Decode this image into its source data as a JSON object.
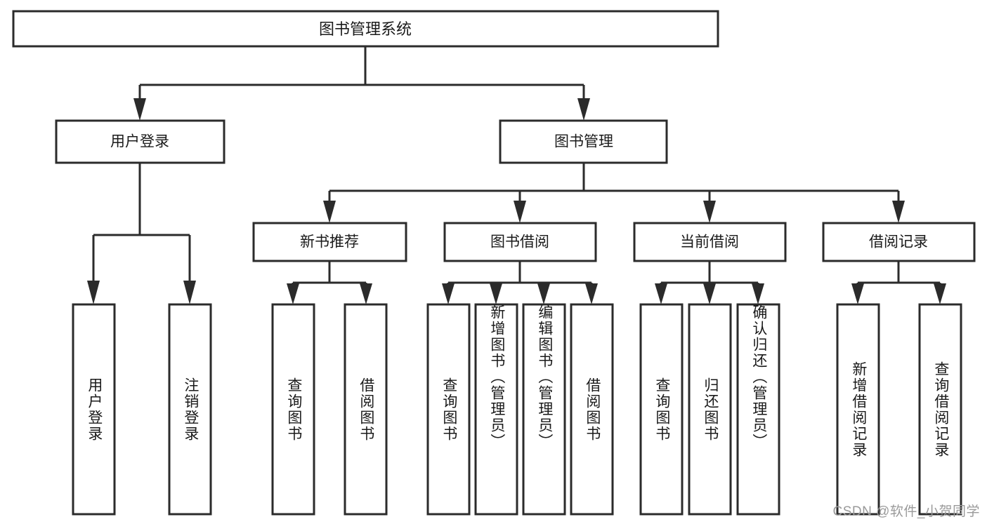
{
  "diagram": {
    "type": "tree-hierarchy-flowchart",
    "title": "图书管理系统",
    "watermark": "CSDN @软件_小贺同学",
    "colors": {
      "background": "#ffffff",
      "box_fill": "#ffffff",
      "box_stroke": "#2b2b2b",
      "text": "#1a1a1a",
      "watermark_text": "#9a9a9a"
    },
    "levels": {
      "root": {
        "label": "图书管理系统"
      },
      "level2": [
        {
          "id": "user-login",
          "label": "用户登录"
        },
        {
          "id": "book-management",
          "label": "图书管理"
        }
      ],
      "level3": [
        {
          "id": "new-book-recommend",
          "label": "新书推荐",
          "parent": "book-management"
        },
        {
          "id": "book-borrow",
          "label": "图书借阅",
          "parent": "book-management"
        },
        {
          "id": "current-borrow",
          "label": "当前借阅",
          "parent": "book-management"
        },
        {
          "id": "borrow-record",
          "label": "借阅记录",
          "parent": "book-management"
        }
      ],
      "leaves": [
        {
          "id": "leaf-user-login",
          "label": "用户登录",
          "parent": "user-login"
        },
        {
          "id": "leaf-logout-login",
          "label": "注销登录",
          "parent": "user-login"
        },
        {
          "id": "leaf-query-book-1",
          "label": "查询图书",
          "parent": "new-book-recommend"
        },
        {
          "id": "leaf-borrow-book-1",
          "label": "借阅图书",
          "parent": "new-book-recommend"
        },
        {
          "id": "leaf-query-book-2",
          "label": "查询图书",
          "parent": "book-borrow"
        },
        {
          "id": "leaf-add-book",
          "label": "新增图书（管理员）",
          "parent": "book-borrow"
        },
        {
          "id": "leaf-edit-book",
          "label": "编辑图书（管理员）",
          "parent": "book-borrow"
        },
        {
          "id": "leaf-borrow-book-2",
          "label": "借阅图书",
          "parent": "book-borrow"
        },
        {
          "id": "leaf-query-book-3",
          "label": "查询图书",
          "parent": "current-borrow"
        },
        {
          "id": "leaf-return-book",
          "label": "归还图书",
          "parent": "current-borrow"
        },
        {
          "id": "leaf-confirm-return",
          "label": "确认归还（管理员）",
          "parent": "current-borrow"
        },
        {
          "id": "leaf-add-record",
          "label": "新增借阅记录",
          "parent": "borrow-record"
        },
        {
          "id": "leaf-query-record",
          "label": "查询借阅记录",
          "parent": "borrow-record"
        }
      ]
    }
  }
}
